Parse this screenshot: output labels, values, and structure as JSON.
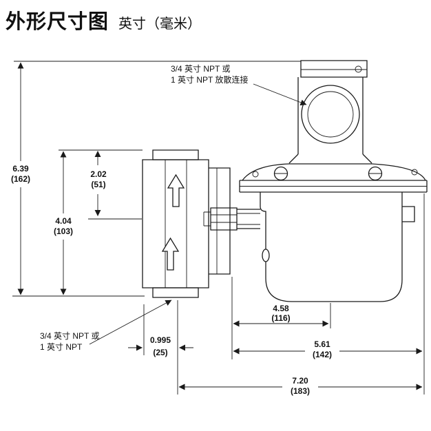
{
  "header": {
    "title": "外形尺寸图",
    "subtitle": "英寸（毫米）"
  },
  "notes": {
    "vent_line1": "3/4 英寸 NPT 或",
    "vent_line2": "1 英寸 NPT 放散连接",
    "inlet_line1": "3/4 英寸 NPT 或",
    "inlet_line2": "1 英寸 NPT"
  },
  "dims": {
    "overall_height": {
      "in": "6.39",
      "mm": "(162)"
    },
    "body_height": {
      "in": "4.04",
      "mm": "(103)"
    },
    "top_to_centerline": {
      "in": "2.02",
      "mm": "(51)"
    },
    "center_width": {
      "in": "4.58",
      "mm": "(116)"
    },
    "inlet_offset": {
      "in": "0.995",
      "mm": "(25)"
    },
    "body_width": {
      "in": "5.61",
      "mm": "(142)"
    },
    "overall_width": {
      "in": "7.20",
      "mm": "(183)"
    }
  }
}
